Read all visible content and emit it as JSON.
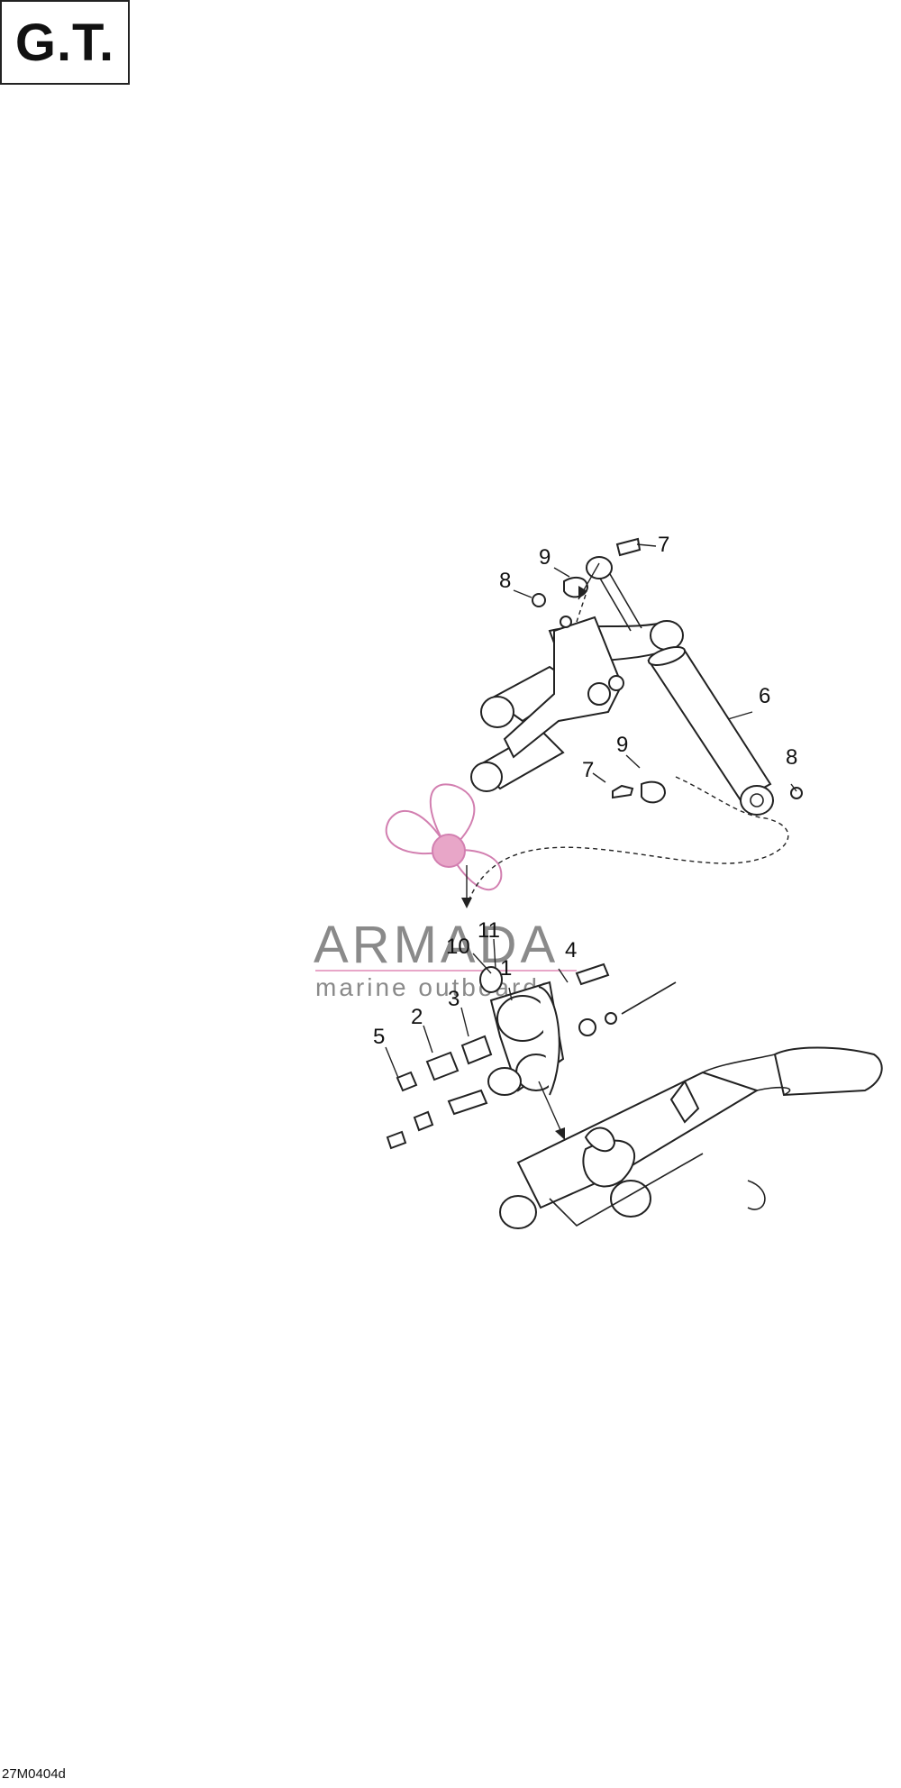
{
  "model_label": "G.T.",
  "drawing_code": "27M0404d",
  "watermark": {
    "brand": "ARMADA",
    "tagline": "marine outboards",
    "color": "#e8a6c8"
  },
  "callouts": [
    {
      "id": "c1",
      "text": "1"
    },
    {
      "id": "c2",
      "text": "2"
    },
    {
      "id": "c3",
      "text": "3"
    },
    {
      "id": "c4",
      "text": "4"
    },
    {
      "id": "c5",
      "text": "5"
    },
    {
      "id": "c6",
      "text": "6"
    },
    {
      "id": "c7a",
      "text": "7"
    },
    {
      "id": "c7b",
      "text": "7"
    },
    {
      "id": "c8a",
      "text": "8"
    },
    {
      "id": "c8b",
      "text": "8"
    },
    {
      "id": "c9a",
      "text": "9"
    },
    {
      "id": "c9b",
      "text": "9"
    },
    {
      "id": "c10",
      "text": "10"
    },
    {
      "id": "c11",
      "text": "11"
    }
  ]
}
